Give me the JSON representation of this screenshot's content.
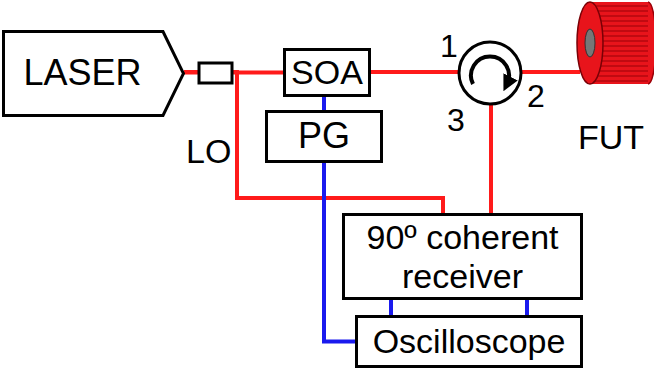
{
  "diagram": {
    "nodes": [
      {
        "text": [
          "LASER"
        ]
      },
      {
        "text": [
          "SOA"
        ]
      },
      {
        "text": [
          "FUT"
        ]
      },
      {
        "text": [
          "PG"
        ]
      },
      {
        "text": [
          "90º coherent receiver"
        ]
      },
      {
        "text": [
          "Oscilloscope"
        ]
      }
    ],
    "edges": [
      {
        "from": 0,
        "to": 1,
        "arrow": "none"
      },
      {
        "from": 0,
        "to": 4,
        "arrow": "none"
      },
      {
        "from": 3,
        "to": 1,
        "arrow": "none"
      },
      {
        "from": 3,
        "to": 5,
        "arrow": "none"
      },
      {
        "from": 4,
        "to": 5,
        "arrow": "none"
      },
      {
        "from": 4,
        "to": 5,
        "arrow": "none"
      }
    ],
    "labels": [
      "LO",
      "1",
      "2",
      "3"
    ]
  }
}
